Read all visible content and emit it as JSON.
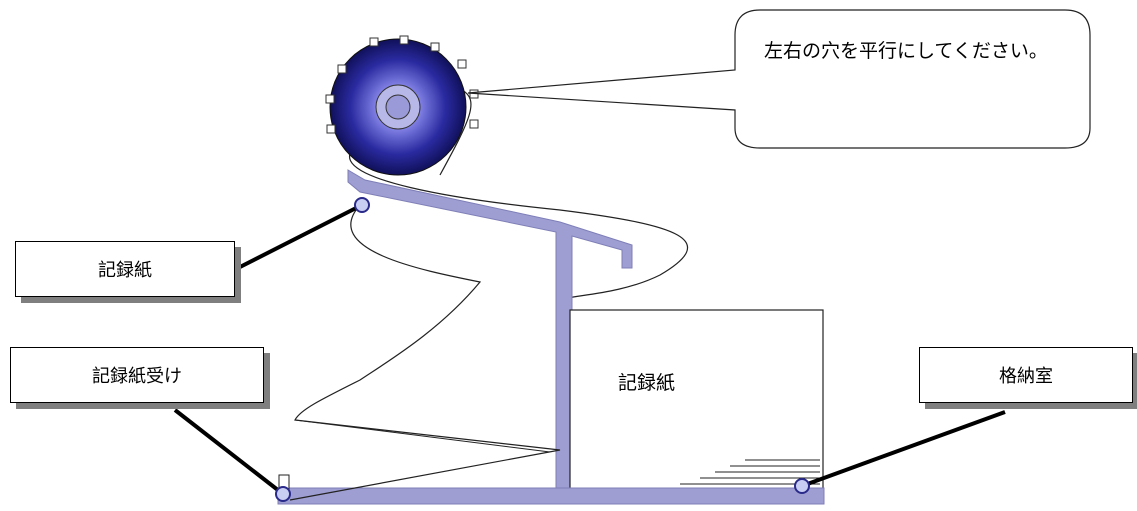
{
  "labels": {
    "recording_paper": "記録紙",
    "paper_tray": "記録紙受け",
    "storage_room": "格納室",
    "inner_paper": "記録紙"
  },
  "callout": {
    "text": "左右の穴を平行にしてください。"
  },
  "colors": {
    "frame": "#9e9ed2",
    "roller_dark": "#1a1a7a",
    "roller_light": "#4a4acc",
    "pin": "#c8cdf2"
  }
}
